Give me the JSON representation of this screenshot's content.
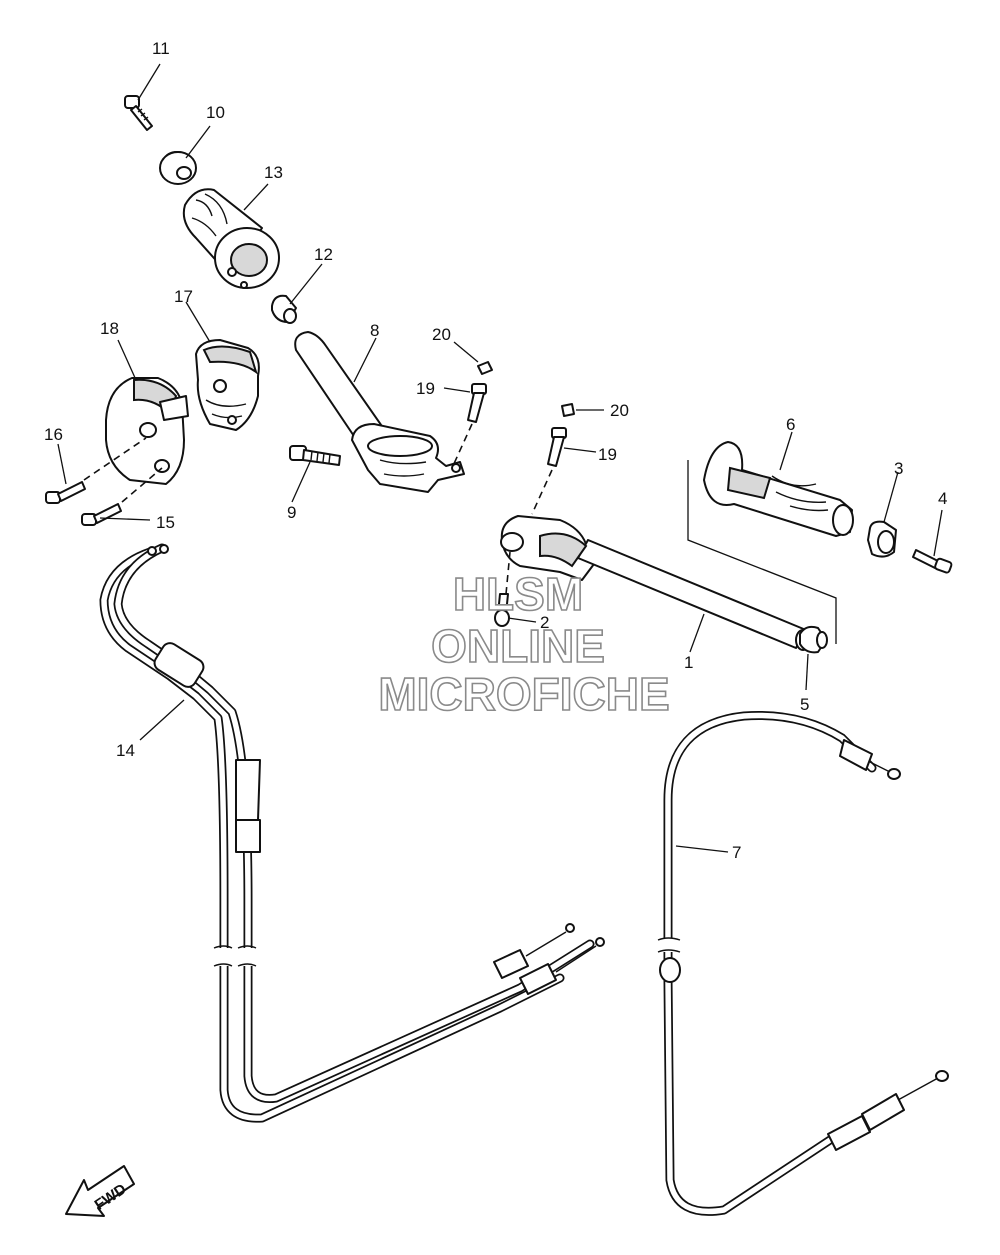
{
  "diagram": {
    "callouts": [
      "1",
      "2",
      "3",
      "4",
      "5",
      "6",
      "7",
      "8",
      "9",
      "10",
      "11",
      "12",
      "13",
      "14",
      "15",
      "16",
      "17",
      "18",
      "19",
      "19",
      "20",
      "20"
    ],
    "watermark": {
      "line1": "HLSM",
      "line2": "ONLINE",
      "line3": "MICROFICHE",
      "color": "#8a8a8a"
    },
    "direction_label": "FWD",
    "line_color": "#111111",
    "shade_color": "#d8d8d8"
  }
}
